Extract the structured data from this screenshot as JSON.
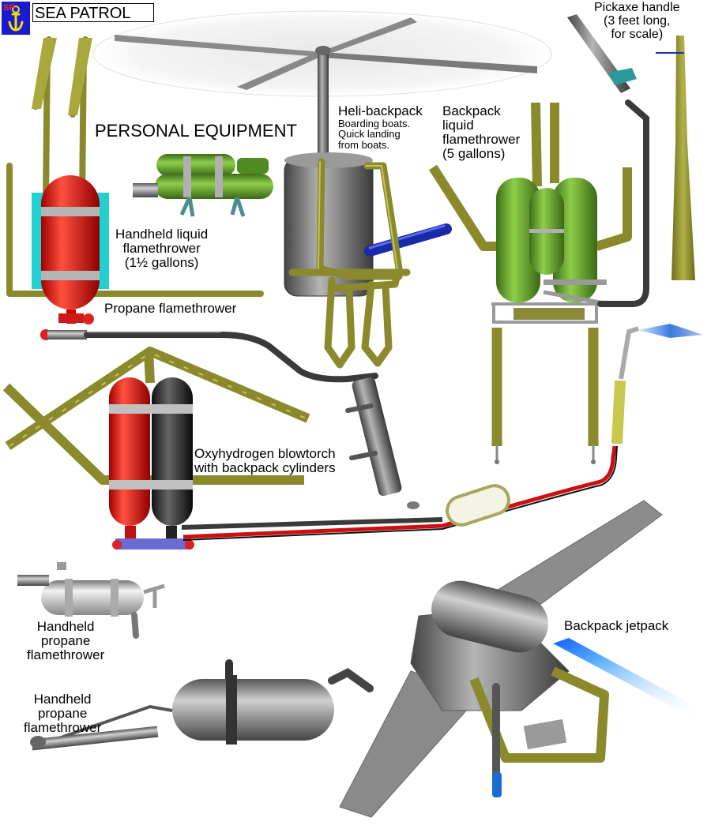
{
  "brand": {
    "name": "SEA PATROL",
    "logo_letters": "SP"
  },
  "heading": "PERSONAL EQUIPMENT",
  "labels": {
    "pickaxe": [
      "Pickaxe handle",
      "(3 feet long,",
      "for scale)"
    ],
    "heli_title": "Heli-backpack",
    "heli_desc": [
      "Boarding boats.",
      "Quick landing",
      "from boats."
    ],
    "backpack_liquid": [
      "Backpack",
      "liquid",
      "flamethrower",
      "(5 gallons)"
    ],
    "handheld_liquid": [
      "Handheld liquid",
      "flamethrower",
      "(1½ gallons)"
    ],
    "propane": "Propane flamethrower",
    "oxyhydrogen": [
      "Oxyhydrogen blowtorch",
      "with backpack cylinders"
    ],
    "handheld_propane_1": [
      "Handheld",
      "propane",
      "flamethrower"
    ],
    "handheld_propane_2": [
      "Handheld",
      "propane",
      "flamethrower"
    ],
    "jetpack": "Backpack jetpack"
  },
  "colors": {
    "olive": "#8f8f2e",
    "red_tank": "#e01010",
    "black_tank": "#1c1c1c",
    "green_tank": "#5e9a2a",
    "cyan_frame": "#22d0d0",
    "grey": "#8a8a8a",
    "blue_flame": "#4aa0ff",
    "logo_blue": "#1a1ad0",
    "logo_yellow": "#f0e000"
  }
}
